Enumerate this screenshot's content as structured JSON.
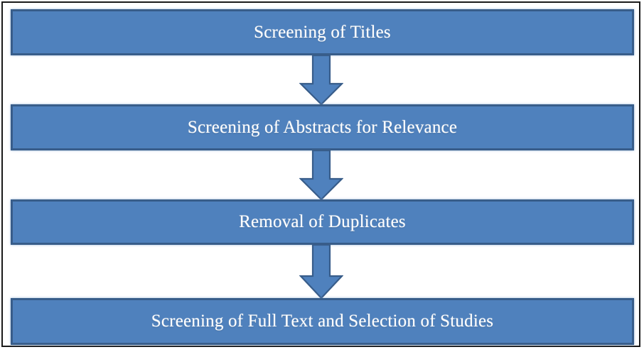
{
  "diagram": {
    "title": "Screening of Titles",
    "type": "flowchart",
    "orientation": "vertical",
    "colors": {
      "box_fill": "#4F81BD",
      "box_border": "#385D8A",
      "text": "#FFFFFF",
      "frame": "#1A1A1A",
      "background": "#FFFFFF"
    },
    "frame": {
      "border_color": "#1A1A1A",
      "border_width": "2px"
    },
    "steps": [
      {
        "id": "step-1",
        "label": "Screening of Titles"
      },
      {
        "id": "step-2",
        "label": "Screening of Abstracts for Relevance"
      },
      {
        "id": "step-3",
        "label": "Removal of Duplicates"
      },
      {
        "id": "step-4",
        "label": "Screening of Full Text and Selection of Studies"
      }
    ],
    "connectors": [
      {
        "id": "arrow-1",
        "icon": "arrow-down-icon",
        "from": "step-1",
        "to": "step-2"
      },
      {
        "id": "arrow-2",
        "icon": "arrow-down-icon",
        "from": "step-2",
        "to": "step-3"
      },
      {
        "id": "arrow-3",
        "icon": "arrow-down-icon",
        "from": "step-3",
        "to": "step-4"
      }
    ]
  }
}
